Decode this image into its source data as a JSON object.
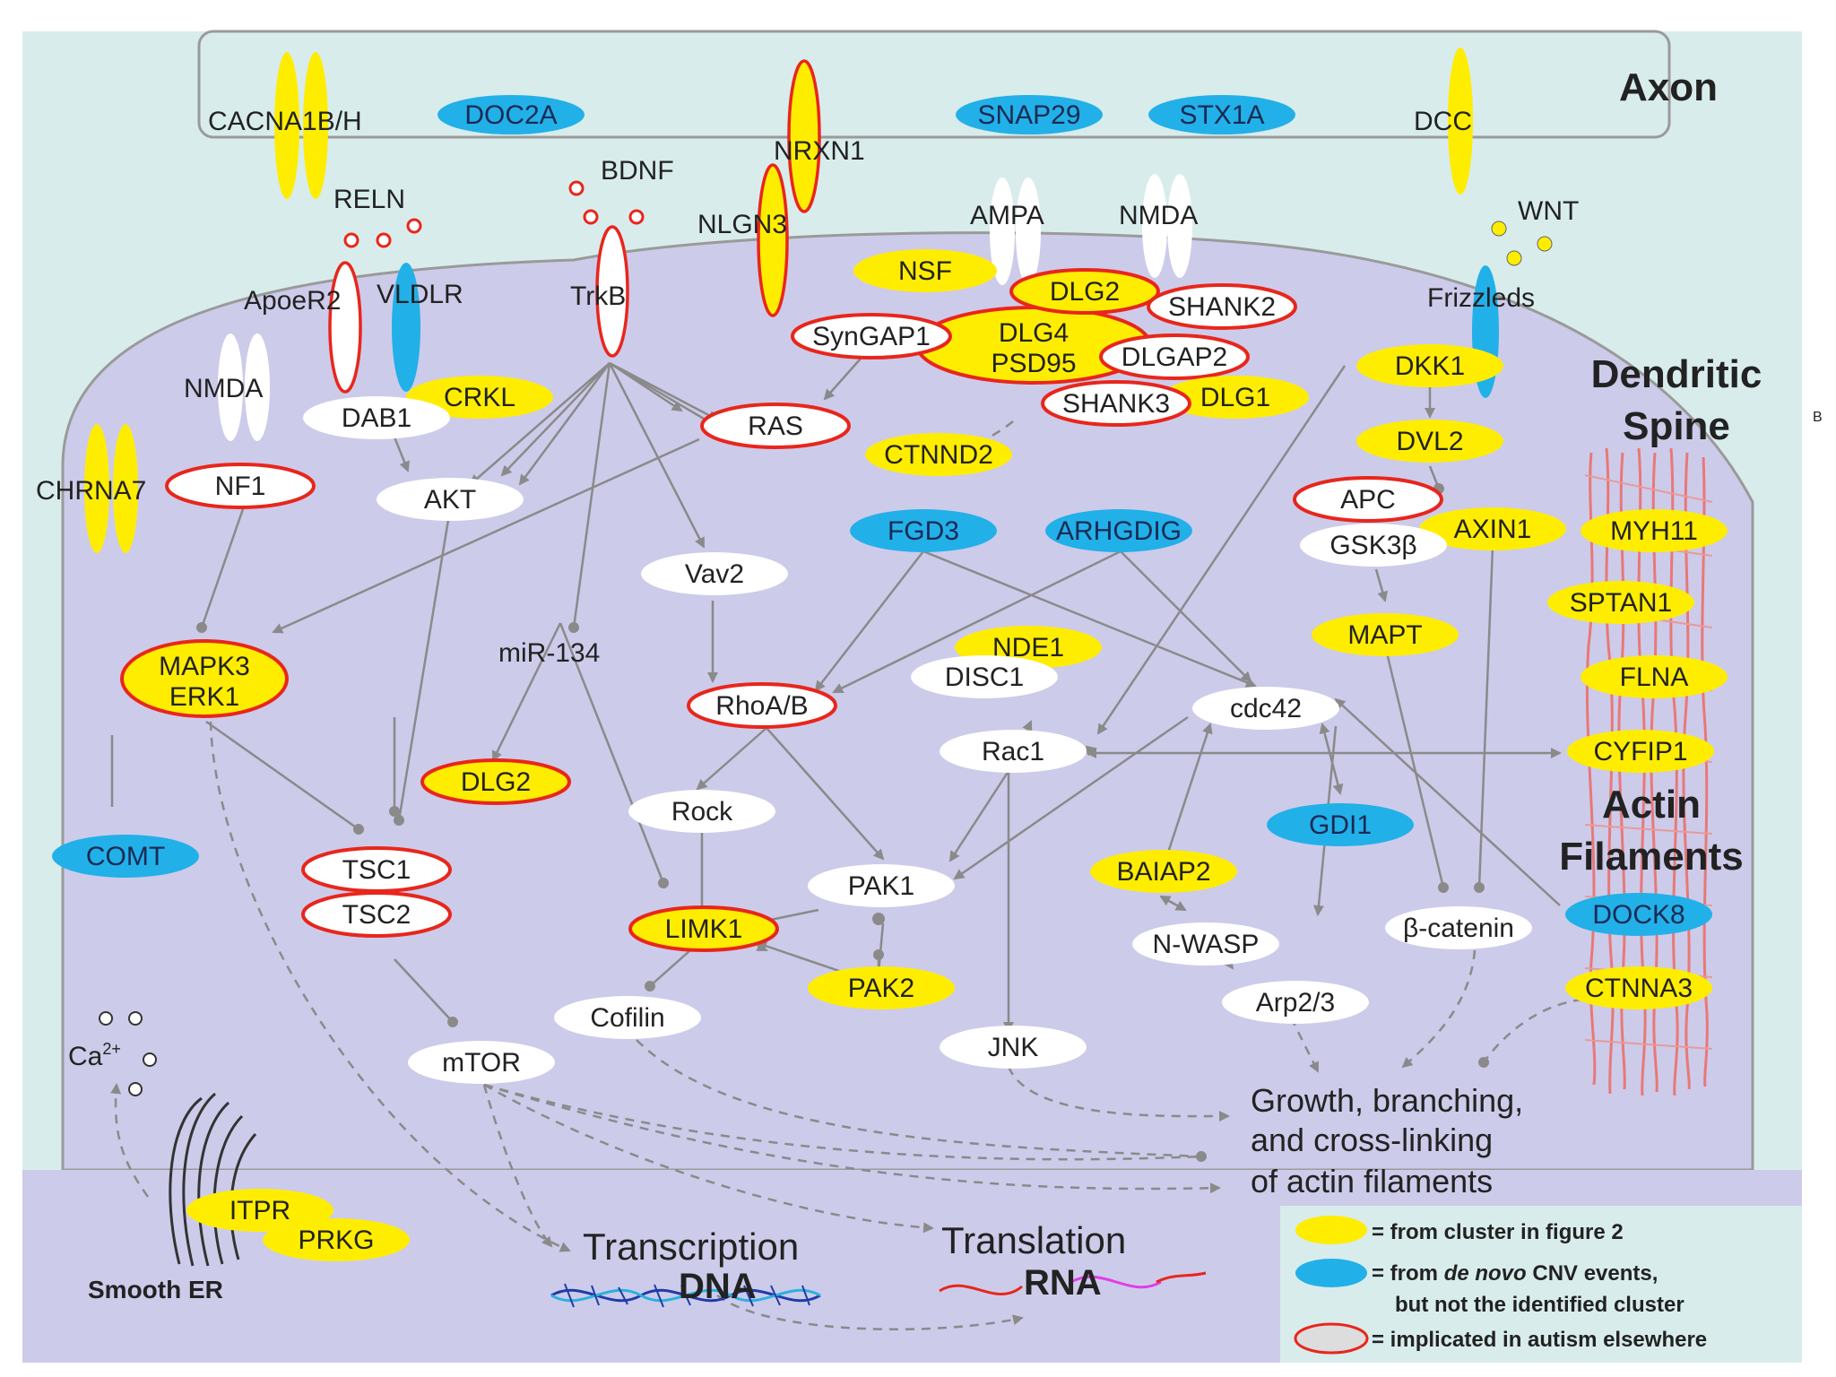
{
  "compartments": {
    "axon": "Axon",
    "dendritic_spine": "Dendritic\nSpine",
    "actin_filaments": "Actin\nFilaments",
    "smooth_er": "Smooth ER"
  },
  "colors": {
    "axon_bg": "#d8ecec",
    "spine_bg": "#cdcbea",
    "yellow": "#ffed00",
    "blue": "#22b0e8",
    "red_outline": "#e8261c",
    "arrow": "#8a8a8a"
  },
  "outcomes": {
    "growth_line1": "Growth, branching,",
    "growth_line2": "and cross-linking",
    "growth_line3": "of actin filaments",
    "transcription": "Transcription",
    "dna": "DNA",
    "translation": "Translation",
    "rna": "RNA"
  },
  "labels": {
    "relN": "RELN",
    "bdnf": "BDNF",
    "wnt": "WNT",
    "ampa": "AMPA",
    "nmda_top": "NMDA",
    "nmda_left": "NMDA",
    "apoer2": "ApoeR2",
    "vldlr": "VLDLR",
    "trkb": "TrkB",
    "frizzleds": "Frizzleds",
    "chrna7": "CHRNA7",
    "cacna1bh": "CACNA1B/H",
    "nrxn1": "NRXN1",
    "nlgn3": "NLGN3",
    "dcc": "DCC",
    "mir134": "miR-134",
    "ca_base": "Ca",
    "ca_sup": "2+",
    "stray": "B"
  },
  "nodes": {
    "doc2a": "DOC2A",
    "snap29": "SNAP29",
    "stx1a": "STX1A",
    "nsf": "NSF",
    "dlg2_top": "DLG2",
    "shank2": "SHANK2",
    "syngap1": "SynGAP1",
    "dlg4_l1": "DLG4",
    "dlg4_l2": "PSD95",
    "dlgap2": "DLGAP2",
    "shank3": "SHANK3",
    "dlg1": "DLG1",
    "crkl": "CRKL",
    "dab1": "DAB1",
    "ras": "RAS",
    "ctnnd2": "CTNND2",
    "dkk1": "DKK1",
    "dvl2": "DVL2",
    "nf1": "NF1",
    "akt": "AKT",
    "apc": "APC",
    "gsk3b": "GSK3β",
    "axin1": "AXIN1",
    "fgd3": "FGD3",
    "arhgdig": "ARHGDIG",
    "myh11": "MYH11",
    "vav2": "Vav2",
    "sptan1": "SPTAN1",
    "mapk3_l1": "MAPK3",
    "mapk3_l2": "ERK1",
    "mapt": "MAPT",
    "nde1": "NDE1",
    "disc1": "DISC1",
    "rhoab": "RhoA/B",
    "cdc42": "cdc42",
    "flna": "FLNA",
    "rac1": "Rac1",
    "cyfip1": "CYFIP1",
    "dlg2_mid": "DLG2",
    "rock": "Rock",
    "gdi1": "GDI1",
    "comt": "COMT",
    "tsc1": "TSC1",
    "baiap2": "BAIAP2",
    "pak1": "PAK1",
    "tsc2": "TSC2",
    "dock8": "DOCK8",
    "limk1": "LIMK1",
    "nwasp": "N-WASP",
    "bcatenin": "β-catenin",
    "pak2": "PAK2",
    "ctnna3": "CTNNA3",
    "arp23": "Arp2/3",
    "cofilin": "Cofilin",
    "jnk": "JNK",
    "mtor": "mTOR",
    "itpr": "ITPR",
    "prkg": "PRKG"
  },
  "legend": {
    "yellow_text": "= from cluster in figure 2",
    "blue_text_line1_a": "= from ",
    "blue_text_line1_b": "de novo",
    "blue_text_line1_c": " CNV events,",
    "blue_text_line2": "but not the identified cluster",
    "red_text": "= implicated in autism elsewhere"
  }
}
